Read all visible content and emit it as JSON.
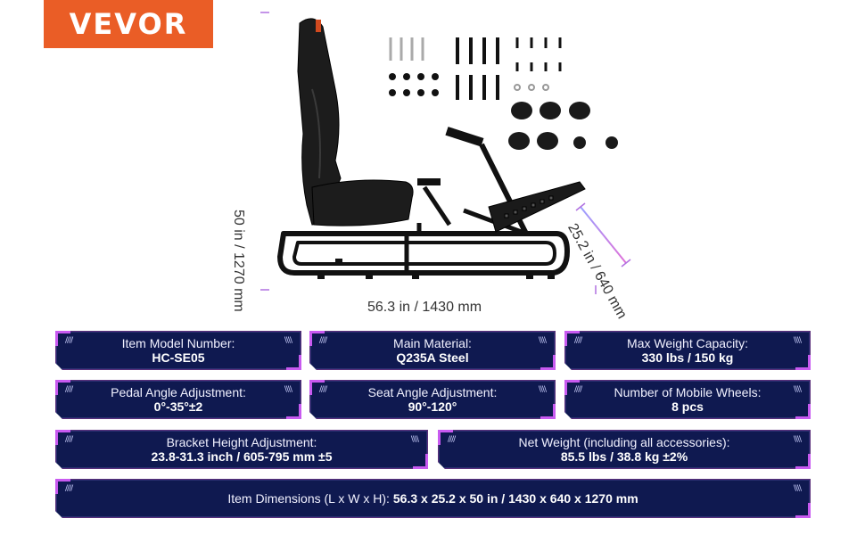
{
  "brand": "VEVOR",
  "dimensions": {
    "height": "50 in / 1270 mm",
    "width": "56.3 in / 1430 mm",
    "depth": "25.2 in / 640 mm"
  },
  "specs": {
    "model": {
      "label": "Item Model Number:",
      "value": "HC-SE05"
    },
    "material": {
      "label": "Main Material:",
      "value": "Q235A Steel"
    },
    "max_weight": {
      "label": "Max Weight Capacity:",
      "value": "330 lbs / 150 kg"
    },
    "pedal_angle": {
      "label": "Pedal Angle Adjustment:",
      "value": "0°-35°±2"
    },
    "seat_angle": {
      "label": "Seat Angle Adjustment:",
      "value": "90°-120°"
    },
    "wheels": {
      "label": "Number of Mobile Wheels:",
      "value": "8 pcs"
    },
    "bracket_height": {
      "label": "Bracket Height Adjustment:",
      "value": "23.8-31.3 inch / 605-795 mm ±5"
    },
    "net_weight": {
      "label": "Net Weight (including all accessories):",
      "value": "85.5 lbs / 38.8 kg ±2%"
    },
    "item_dimensions": {
      "label": "Item Dimensions (L x W x H):",
      "value": "56.3 x 25.2 x 50 in / 1430 x 640 x 1270 mm"
    }
  },
  "colors": {
    "brand_orange": "#ea5d26",
    "panel_navy": "#0f1950",
    "accent_purple": "#c85af0",
    "dimension_line": "#c070e0"
  }
}
